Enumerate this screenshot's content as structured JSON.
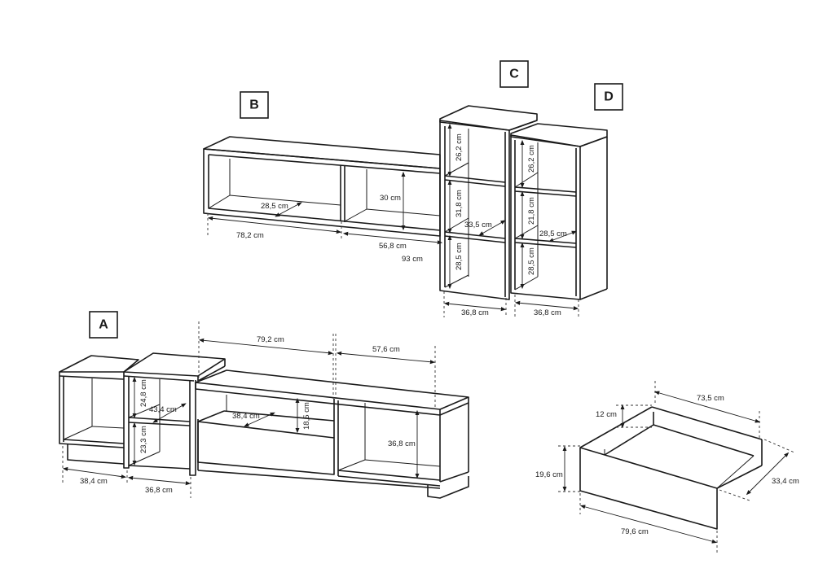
{
  "modules": {
    "A": {
      "letter": "A",
      "dims": {
        "left_width": "38,4 cm",
        "mid_width": "36,8 cm",
        "shelf_upper": "24,8 cm",
        "shelf_lower": "23,3 cm",
        "shelf_depth": "43,4 cm",
        "tv_left_width": "79,2 cm",
        "tv_right_width": "57,6 cm",
        "drawer_depth": "38,4 cm",
        "drawer_gap": "18,5 cm",
        "right_height": "36,8 cm"
      }
    },
    "B": {
      "letter": "B",
      "dims": {
        "depth": "28,5 cm",
        "height": "30 cm",
        "left_width": "78,2 cm",
        "right_width": "56,8 cm",
        "total_width": "93 cm"
      }
    },
    "C": {
      "letter": "C",
      "dims": {
        "top": "26,2 cm",
        "middle": "31,8 cm",
        "bottom": "28,5 cm",
        "depth": "33,5 cm",
        "width": "36,8 cm"
      }
    },
    "D": {
      "letter": "D",
      "dims": {
        "top": "26,2 cm",
        "middle": "21,8 cm",
        "bottom": "28,5 cm",
        "depth": "28,5 cm",
        "width": "36,8 cm"
      }
    },
    "drawer": {
      "dims": {
        "side_height": "12 cm",
        "back_width": "73,5 cm",
        "front_height": "19,6 cm",
        "depth": "33,4 cm",
        "front_width": "79,6 cm"
      }
    }
  }
}
